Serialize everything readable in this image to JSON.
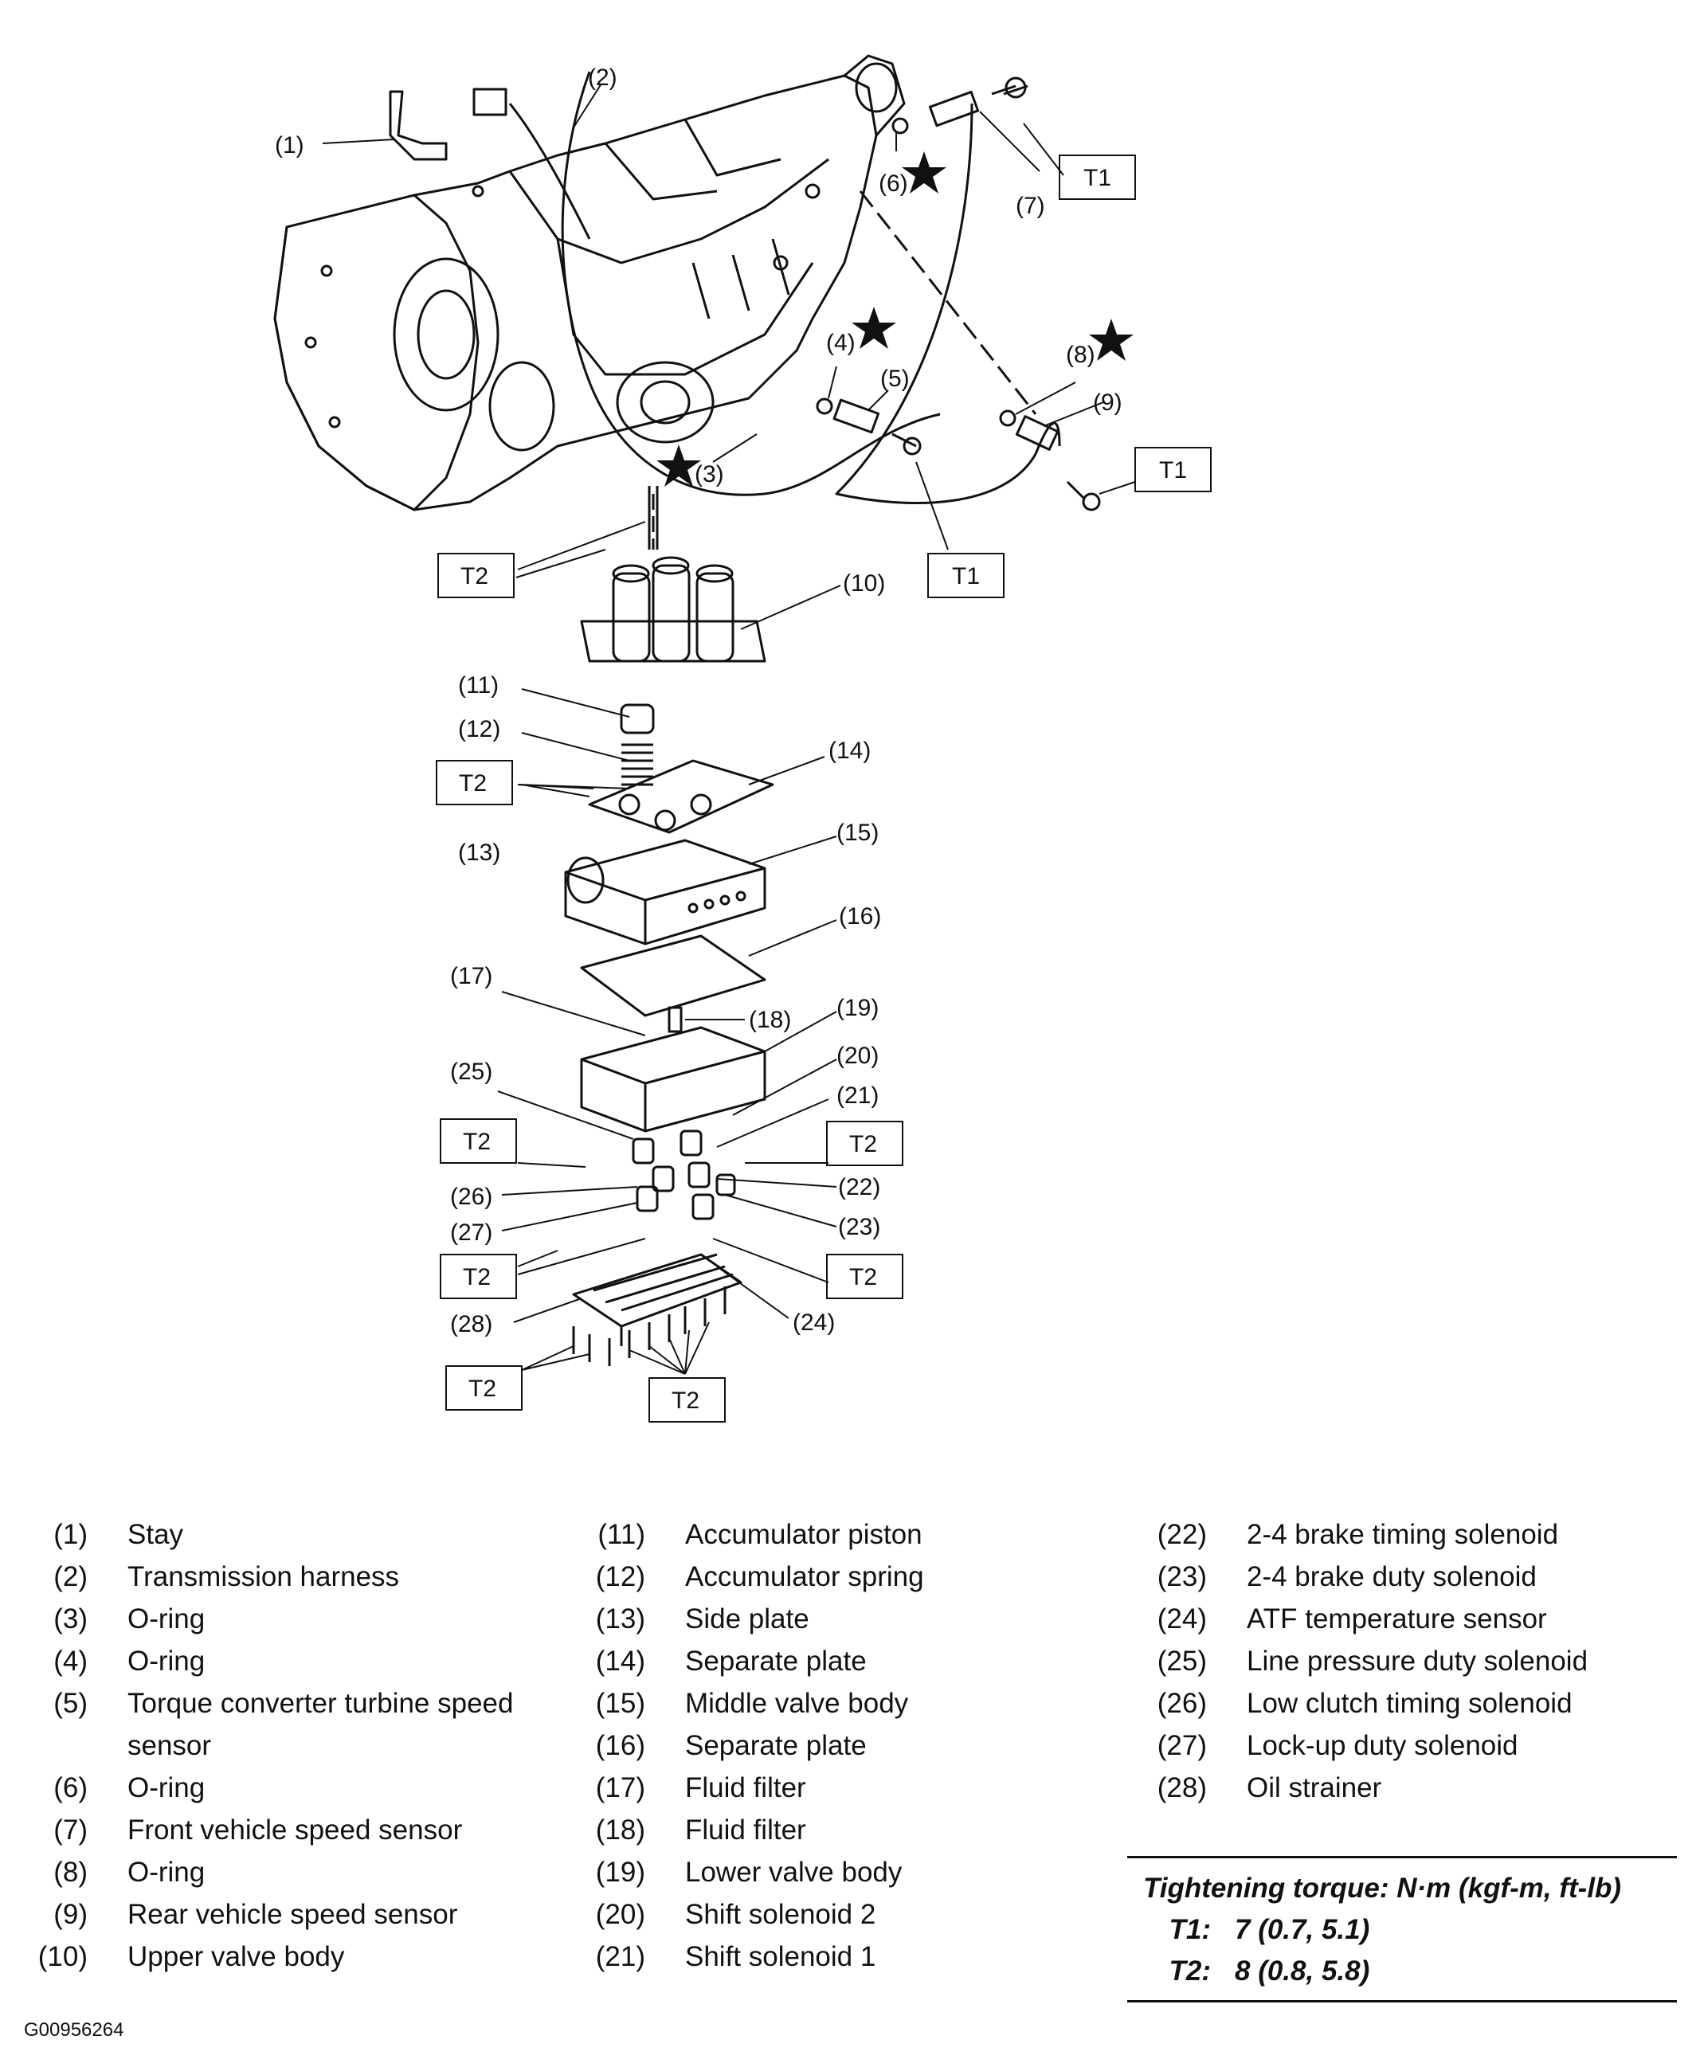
{
  "diagram": {
    "callouts": [
      "(1)",
      "(2)",
      "(3)",
      "(4)",
      "(5)",
      "(6)",
      "(7)",
      "(8)",
      "(9)",
      "(10)",
      "(11)",
      "(12)",
      "(13)",
      "(14)",
      "(15)",
      "(16)",
      "(17)",
      "(18)",
      "(19)",
      "(20)",
      "(21)",
      "(22)",
      "(23)",
      "(24)",
      "(25)",
      "(26)",
      "(27)",
      "(28)"
    ],
    "torque_tags": [
      "T1",
      "T1",
      "T1",
      "T2",
      "T2",
      "T2",
      "T2",
      "T2",
      "T2",
      "T2",
      "T2"
    ]
  },
  "legend": {
    "col1": [
      {
        "num": "(1)",
        "text": "Stay"
      },
      {
        "num": "(2)",
        "text": "Transmission harness"
      },
      {
        "num": "(3)",
        "text": "O-ring"
      },
      {
        "num": "(4)",
        "text": "O-ring"
      },
      {
        "num": "(5)",
        "text": "Torque converter turbine speed sensor"
      },
      {
        "num": "(6)",
        "text": "O-ring"
      },
      {
        "num": "(7)",
        "text": "Front vehicle speed sensor"
      },
      {
        "num": "(8)",
        "text": "O-ring"
      },
      {
        "num": "(9)",
        "text": "Rear vehicle speed sensor"
      },
      {
        "num": "(10)",
        "text": "Upper valve body"
      }
    ],
    "col2": [
      {
        "num": "(11)",
        "text": "Accumulator piston"
      },
      {
        "num": "(12)",
        "text": "Accumulator spring"
      },
      {
        "num": "(13)",
        "text": "Side plate"
      },
      {
        "num": "(14)",
        "text": "Separate plate"
      },
      {
        "num": "(15)",
        "text": "Middle valve body"
      },
      {
        "num": "(16)",
        "text": "Separate plate"
      },
      {
        "num": "(17)",
        "text": "Fluid filter"
      },
      {
        "num": "(18)",
        "text": "Fluid filter"
      },
      {
        "num": "(19)",
        "text": "Lower valve body"
      },
      {
        "num": "(20)",
        "text": "Shift solenoid 2"
      },
      {
        "num": "(21)",
        "text": "Shift solenoid 1"
      }
    ],
    "col3": [
      {
        "num": "(22)",
        "text": "2-4 brake timing solenoid"
      },
      {
        "num": "(23)",
        "text": "2-4 brake duty solenoid"
      },
      {
        "num": "(24)",
        "text": "ATF temperature sensor"
      },
      {
        "num": "(25)",
        "text": "Line pressure duty solenoid"
      },
      {
        "num": "(26)",
        "text": "Low clutch timing solenoid"
      },
      {
        "num": "(27)",
        "text": "Lock-up duty solenoid"
      },
      {
        "num": "(28)",
        "text": "Oil strainer"
      }
    ]
  },
  "torque": {
    "heading": "Tightening torque: N·m (kgf-m, ft-lb)",
    "t1_key": "T1:",
    "t1_val": "7 (0.7, 5.1)",
    "t2_key": "T2:",
    "t2_val": "8 (0.8, 5.8)"
  },
  "figure_code": "G00956264"
}
